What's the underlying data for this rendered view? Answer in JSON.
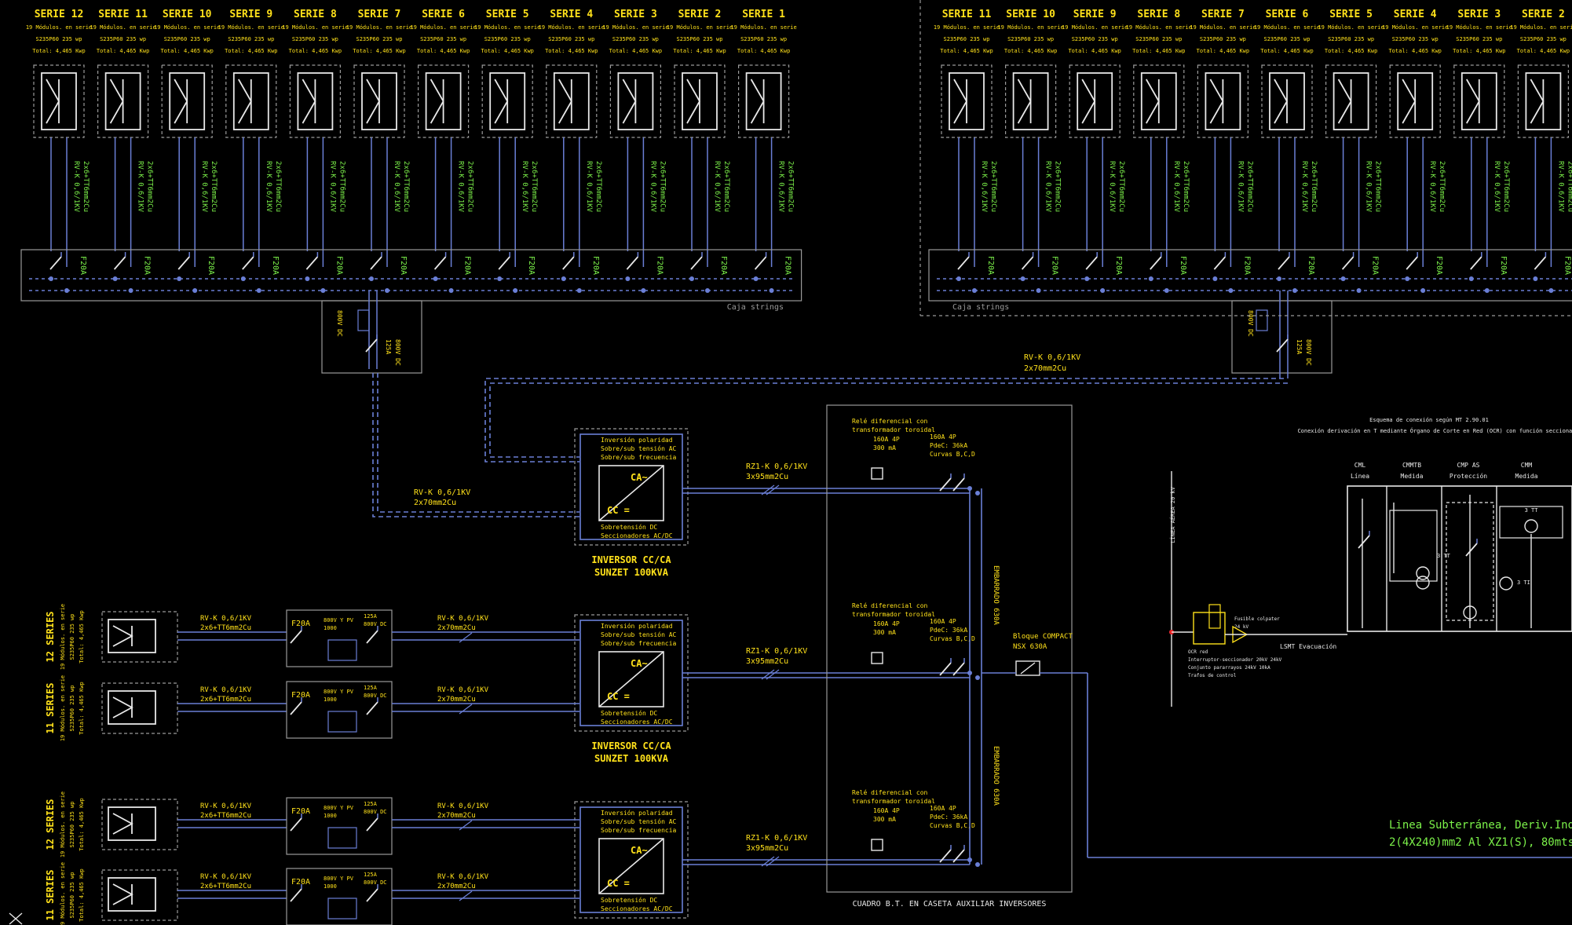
{
  "colors": {
    "background": "#000000",
    "wire": "#6a7fd6",
    "frame": "#9a9a9a",
    "label_yellow": "#ffe11a",
    "label_green": "#7cf24a",
    "white": "#e8e8e8"
  },
  "series_left": [
    {
      "title": "SERIE 12",
      "line1": "19 Módulos. en serie",
      "line2": "S235P60 235 wp",
      "line3": "Total: 4,465 Kwp"
    },
    {
      "title": "SERIE 11",
      "line1": "19 Módulos. en serie",
      "line2": "S235P60 235 wp",
      "line3": "Total: 4,465 Kwp"
    },
    {
      "title": "SERIE 10",
      "line1": "19 Módulos. en serie",
      "line2": "S235P60 235 wp",
      "line3": "Total: 4,465 Kwp"
    },
    {
      "title": "SERIE 9",
      "line1": "19 Módulos. en serie",
      "line2": "S235P60 235 wp",
      "line3": "Total: 4,465 Kwp"
    },
    {
      "title": "SERIE 8",
      "line1": "19 Módulos. en serie",
      "line2": "S235P60 235 wp",
      "line3": "Total: 4,465 Kwp"
    },
    {
      "title": "SERIE 7",
      "line1": "19 Módulos. en serie",
      "line2": "S235P60 235 wp",
      "line3": "Total: 4,465 Kwp"
    },
    {
      "title": "SERIE 6",
      "line1": "19 Módulos. en serie",
      "line2": "S235P60 235 wp",
      "line3": "Total: 4,465 Kwp"
    },
    {
      "title": "SERIE 5",
      "line1": "19 Módulos. en serie",
      "line2": "S235P60 235 wp",
      "line3": "Total: 4,465 Kwp"
    },
    {
      "title": "SERIE 4",
      "line1": "19 Módulos. en serie",
      "line2": "S235P60 235 wp",
      "line3": "Total: 4,465 Kwp"
    },
    {
      "title": "SERIE 3",
      "line1": "19 Módulos. en serie",
      "line2": "S235P60 235 wp",
      "line3": "Total: 4,465 Kwp"
    },
    {
      "title": "SERIE 2",
      "line1": "19 Módulos. en serie",
      "line2": "S235P60 235 wp",
      "line3": "Total: 4,465 Kwp"
    },
    {
      "title": "SERIE 1",
      "line1": "19 Módulos. en serie",
      "line2": "S235P60 235 wp",
      "line3": "Total: 4,465 Kwp"
    }
  ],
  "series_right": [
    {
      "title": "SERIE 11",
      "line1": "19 Módulos. en serie",
      "line2": "S235P60 235 wp",
      "line3": "Total: 4,465 Kwp"
    },
    {
      "title": "SERIE 10",
      "line1": "19 Módulos. en serie",
      "line2": "S235P60 235 wp",
      "line3": "Total: 4,465 Kwp"
    },
    {
      "title": "SERIE 9",
      "line1": "19 Módulos. en serie",
      "line2": "S235P60 235 wp",
      "line3": "Total: 4,465 Kwp"
    },
    {
      "title": "SERIE 8",
      "line1": "19 Módulos. en serie",
      "line2": "S235P60 235 wp",
      "line3": "Total: 4,465 Kwp"
    },
    {
      "title": "SERIE 7",
      "line1": "19 Módulos. en serie",
      "line2": "S235P60 235 wp",
      "line3": "Total: 4,465 Kwp"
    },
    {
      "title": "SERIE 6",
      "line1": "19 Módulos. en serie",
      "line2": "S235P60 235 wp",
      "line3": "Total: 4,465 Kwp"
    },
    {
      "title": "SERIE 5",
      "line1": "19 Módulos. en serie",
      "line2": "S235P60 235 wp",
      "line3": "Total: 4,465 Kwp"
    },
    {
      "title": "SERIE 4",
      "line1": "19 Módulos. en serie",
      "line2": "S235P60 235 wp",
      "line3": "Total: 4,465 Kwp"
    },
    {
      "title": "SERIE 3",
      "line1": "19 Módulos. en serie",
      "line2": "S235P60 235 wp",
      "line3": "Total: 4,465 Kwp"
    },
    {
      "title": "SERIE 2",
      "line1": "19 Módulos. en serie",
      "line2": "S235P60 235 wp",
      "line3": "Total: 4,465 Kwp"
    }
  ],
  "string_cable": {
    "line1": "RV-K 0,6/1KV",
    "line2": "2x6+TT6mm2Cu"
  },
  "string_fuse": "F20A",
  "caja_strings_label": "Caja strings",
  "main_dc_switch": {
    "line1": "125A",
    "line2": "800V DC"
  },
  "dc_spd": "800V DC",
  "dc_feeder": {
    "line1": "RV-K 0,6/1KV",
    "line2": "2x70mm2Cu"
  },
  "inverter_box": {
    "line1": "Inversión polaridad",
    "line2": "Sobre/sub tensión AC",
    "line3": "Sobre/sub frecuencia",
    "ca": "CA~",
    "cc": "CC =",
    "line4": "Sobretensión DC",
    "line5": "Seccionadores AC/DC"
  },
  "inverter_label": {
    "line1": "INVERSOR CC/CA",
    "line2": "SUNZET 100KVA"
  },
  "ac_cable": {
    "line1": "RZ1-K 0,6/1KV",
    "line2": "3x95mm2Cu"
  },
  "rcd": {
    "line1": "Relé diferencial con",
    "line2": "transformador toroidal",
    "line3": "160A 4P",
    "line4": "300 mA"
  },
  "breaker": {
    "line1": "160A 4P",
    "line2": "PdeC: 36kA",
    "line3": "Curvas B,C,D"
  },
  "busbar_label": "EMBARRADO 630A",
  "main_breaker": {
    "line1": "Bloque COMPACT",
    "line2": "NSX 630A"
  },
  "lv_panel_label": "CUADRO B.T. EN CASETA AUXILIAR INVERSORES",
  "groups": [
    {
      "title": "12 SERIES",
      "line1": "19 Módulos. en serie",
      "line2": "S235P60 235 wp",
      "line3": "Total: 4,465 Kwp"
    },
    {
      "title": "11 SERIES",
      "line1": "19 Módulos. en serie",
      "line2": "S235P60 235 wp",
      "line3": "Total: 4,465 Kwp"
    },
    {
      "title": "12 SERIES",
      "line1": "19 Módulos. en serie",
      "line2": "S235P60 235 wp",
      "line3": "Total: 4,465 Kwp"
    },
    {
      "title": "11 SERIES",
      "line1": "19 Módulos. en serie",
      "line2": "S235P60 235 wp",
      "line3": "Total: 4,465 Kwp"
    }
  ],
  "group_fuse": "F20A",
  "spd_label": {
    "line1": "800V Y PV",
    "line2": "1000"
  },
  "mv": {
    "title": "Esquema de conexión según MT 2.90.01",
    "subtitle": "Conexión derivación en T mediante Órgano de Corte en Red (OCR) con función seccionamiento",
    "cells": [
      {
        "line1": "CML",
        "line2": "Línea"
      },
      {
        "line1": "CMMTB",
        "line2": "Medida"
      },
      {
        "line1": "CMP AS",
        "line2": "Protección"
      },
      {
        "line1": "CMM",
        "line2": "Medida"
      }
    ],
    "line_label": "LÍNEA AÉREA 20 kV",
    "ocr_lines": [
      "OCR red",
      "Interruptor-seccionador 20kV 24kV",
      "Conjunto pararrayos 24kV 10kA",
      "Trafos de control"
    ],
    "fusible": {
      "line1": "Fusible colpater",
      "line2": "24 kV"
    },
    "lsmt": "LSMT Evacuación",
    "cable_line1": "Linea Subterránea, Deriv.Individ",
    "cable_line2": "2(4X240)mm2 Al XZ1(S), 80mts",
    "tt_label": "3 TT",
    "ti_label": "3 TI"
  }
}
